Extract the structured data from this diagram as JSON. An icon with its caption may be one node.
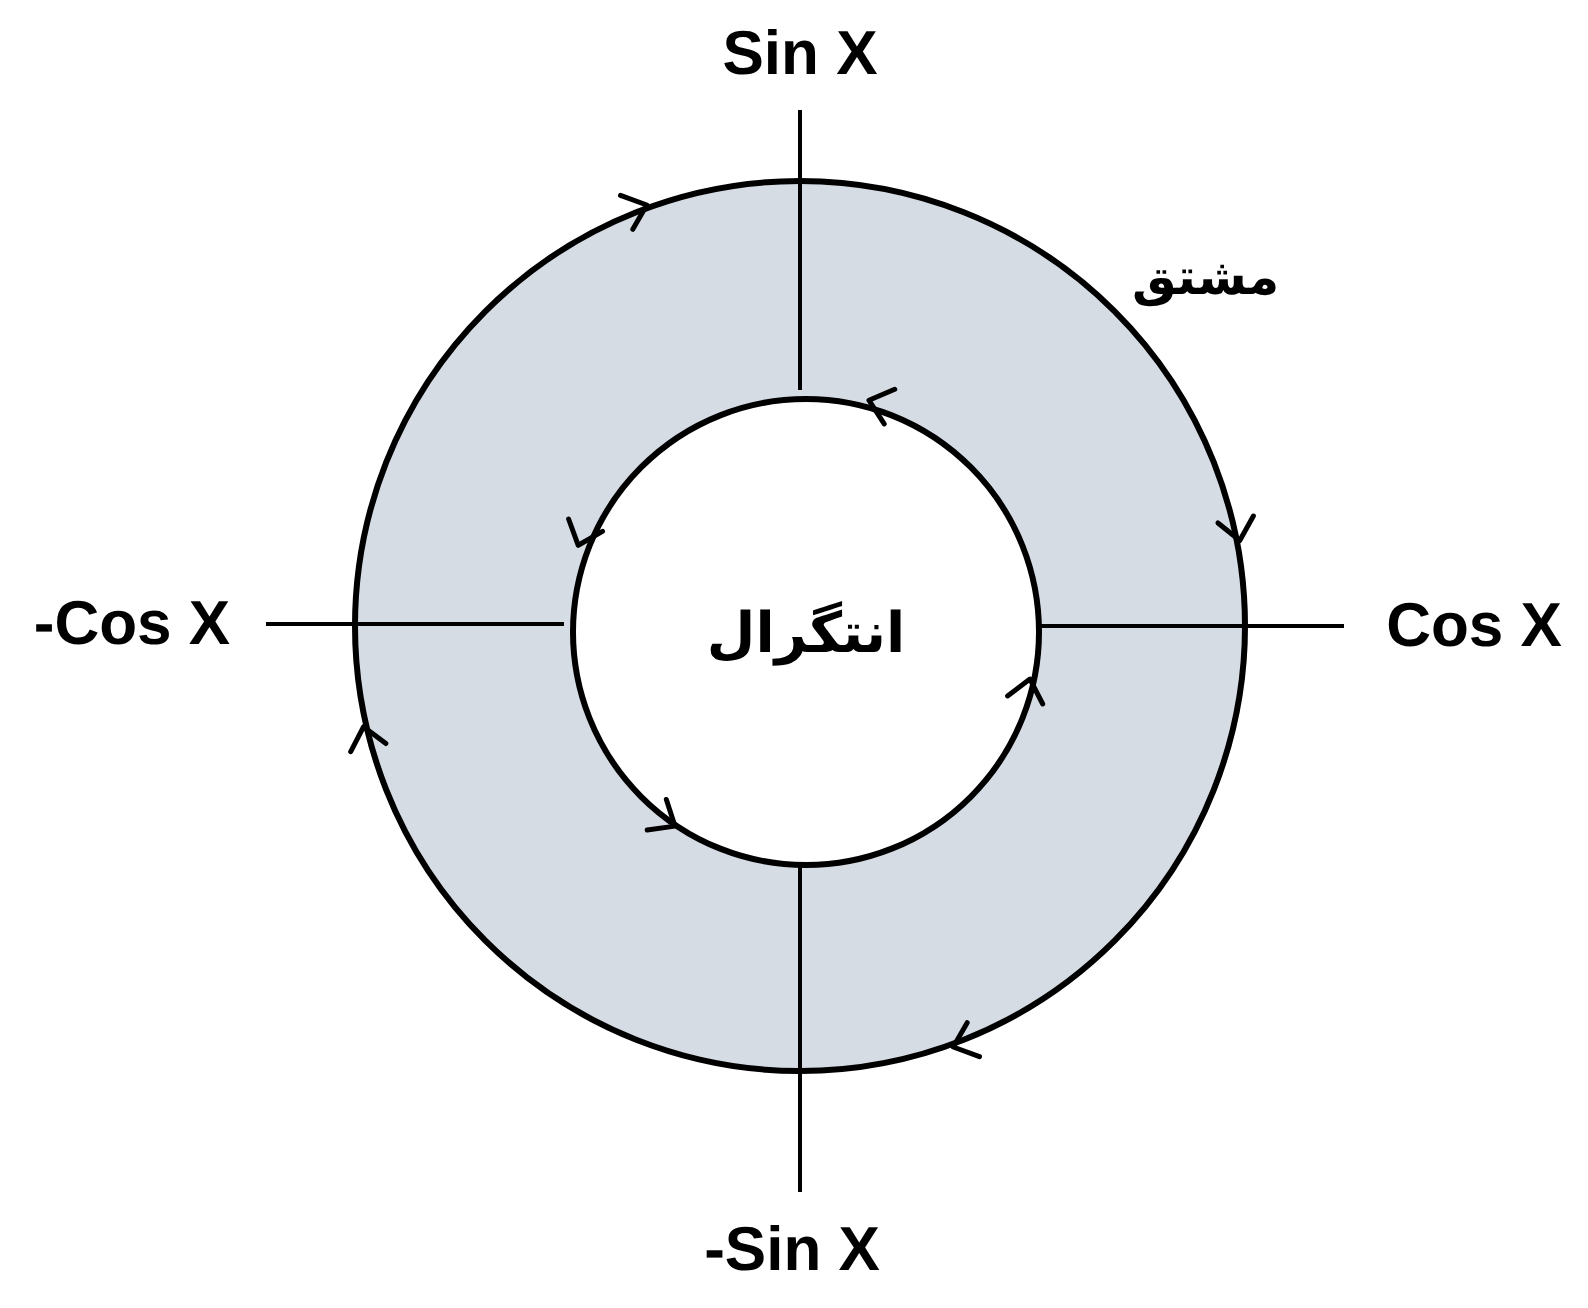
{
  "diagram": {
    "nodes": [
      {
        "text": [
          "مشتق"
        ]
      },
      {
        "text": [
          "انتگرال"
        ],
        "in": 0
      }
    ],
    "labels": [
      "Sin X",
      "-Cos X",
      "Cos X",
      "-Sin X"
    ]
  }
}
